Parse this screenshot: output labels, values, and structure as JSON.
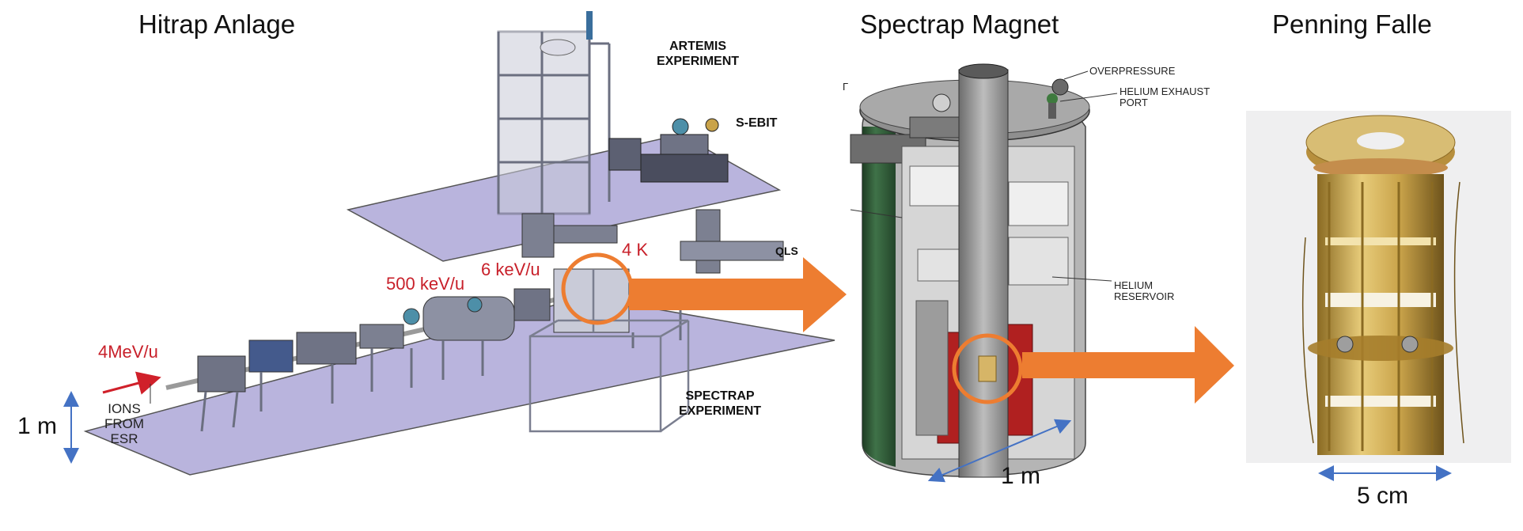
{
  "panels": {
    "facility_title": "Hitrap Anlage",
    "magnet_title": "Spectrap Magnet",
    "trap_title": "Penning Falle"
  },
  "facility": {
    "artemis_label": [
      "ARTEMIS",
      "EXPERIMENT"
    ],
    "sebit_label": "S-EBIT",
    "qls_label": "QLS",
    "spectrap_label": [
      "SPECTRAP",
      "EXPERIMENT"
    ],
    "ions_label": [
      "IONS",
      "FROM",
      "ESR"
    ],
    "energy_4mev": "4MeV/u",
    "energy_500kev": "500 keV/u",
    "energy_6kev": "6 keV/u",
    "temp_4k": "4 K",
    "scale_1m": "1 m"
  },
  "magnet": {
    "overpressure_label": "OVERPRESSURE",
    "helium_exhaust_label": [
      "HELIUM EXHAUST",
      "PORT"
    ],
    "helium_reservoir_label": [
      "HELIUM",
      "RESERVOIR"
    ],
    "cut_label": "Γ",
    "scale_1m": "1 m"
  },
  "trap": {
    "scale_5cm": "5 cm"
  },
  "colors": {
    "floor": "#b9b4dd",
    "arrow": "#ed7d31",
    "highlight_circle": "#ed7d31",
    "energy_text": "#c8202a",
    "scale_arrow": "#4472c4",
    "magnet_shell": "#2e5b34",
    "gold": "#c9a34a"
  }
}
